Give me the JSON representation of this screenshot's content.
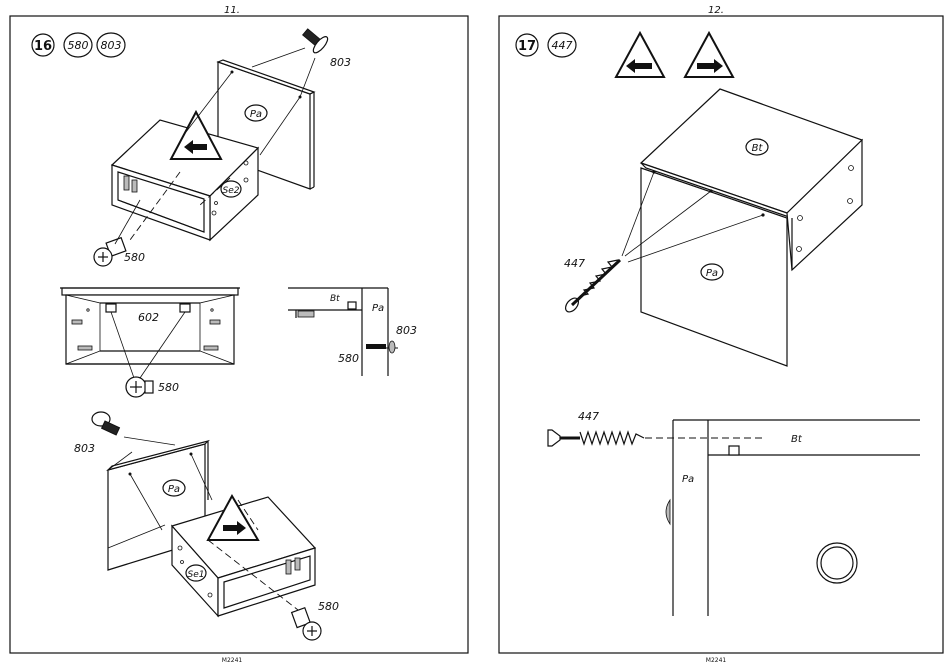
{
  "pages": [
    {
      "page_number": "11.",
      "footer": "M2241",
      "step": "16",
      "part_codes": [
        "580",
        "803"
      ],
      "labels": {
        "pa_top": "Pa",
        "se2": "Se2",
        "screw_803_top": "803",
        "screw_580_top": "580",
        "shelf_602": "602",
        "screw_580_mid": "580",
        "detail_bt": "Bt",
        "detail_pa": "Pa",
        "detail_803": "803",
        "detail_580": "580",
        "screw_803_bottom": "803",
        "pa_bottom": "Pa",
        "se1": "Se1",
        "screw_580_bottom": "580"
      }
    },
    {
      "page_number": "12.",
      "footer": "M2241",
      "step": "17",
      "part_codes": [
        "447"
      ],
      "labels": {
        "bt_top": "Bt",
        "pa_front": "Pa",
        "screw_447_top": "447",
        "screw_447_detail": "447",
        "detail_bt": "Bt",
        "detail_pa": "Pa"
      }
    }
  ]
}
